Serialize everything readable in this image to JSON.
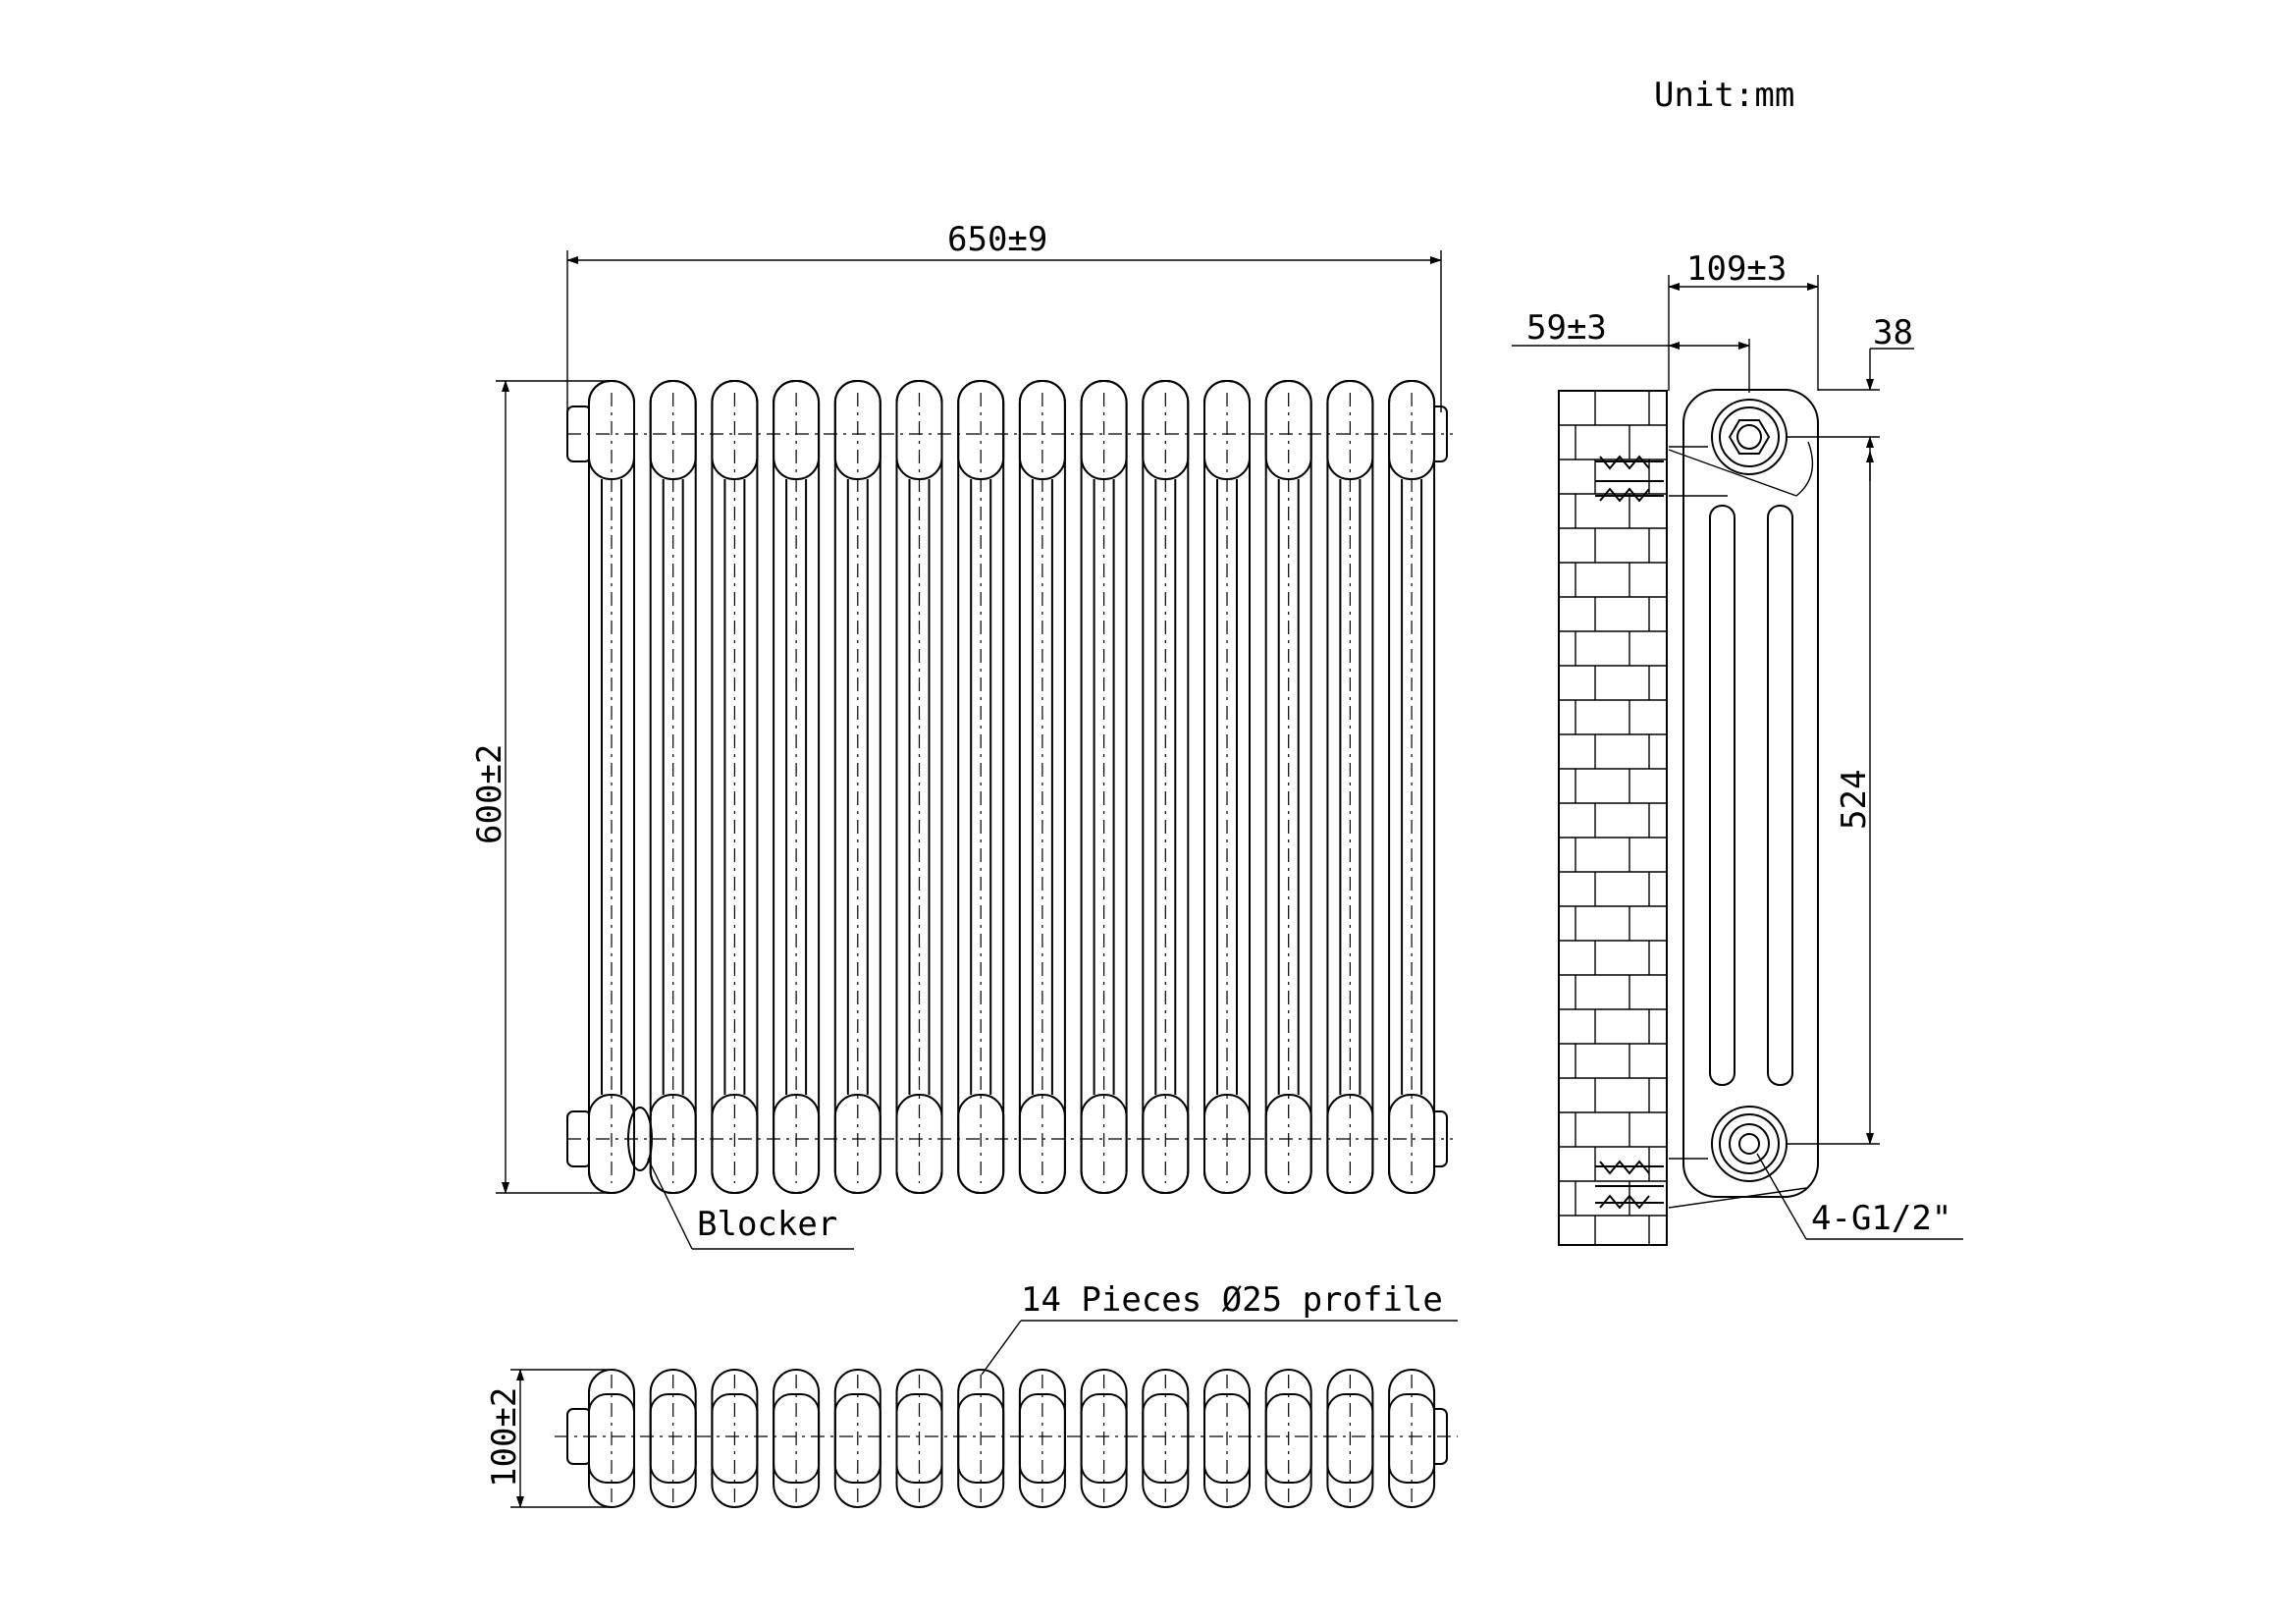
{
  "labels": {
    "unit": "Unit:mm",
    "width": "650±9",
    "height": "600±2",
    "depth_total": "109±3",
    "wall_offset": "59±3",
    "pipe_offset": "38",
    "pipe_centres": "524",
    "connections": "4-G1/2\"",
    "blocker": "Blocker",
    "profile": "14 Pieces Ø25 profile",
    "plan_depth": "100±2"
  },
  "radiator": {
    "columns": 14
  }
}
